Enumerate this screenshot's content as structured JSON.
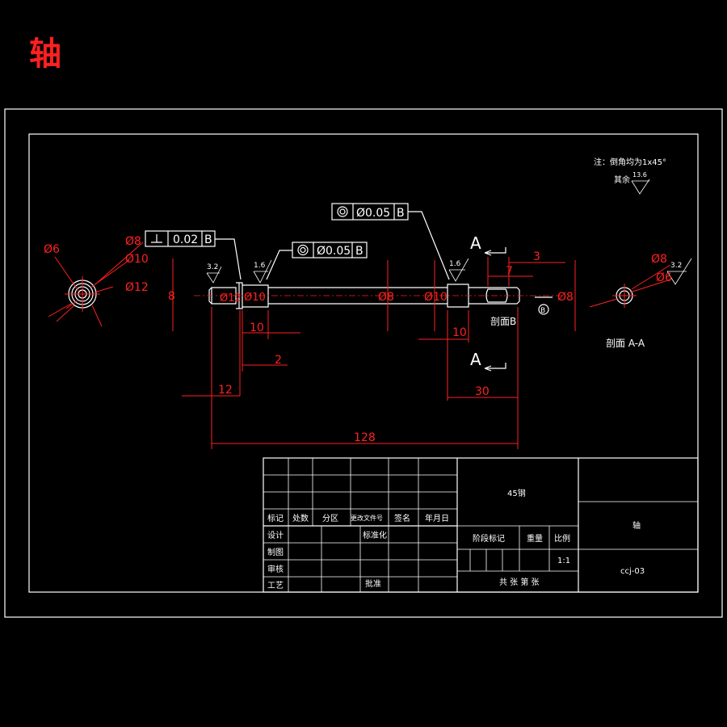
{
  "title_char": "轴",
  "notes": {
    "chamfer": "注：倒角均为1x45°",
    "rest_label": "其余",
    "rest_value": "13.6"
  },
  "gdt": {
    "perp": {
      "value": "0.02",
      "datum": "B"
    },
    "conc_left": {
      "value": "Ø0.05",
      "datum": "B"
    },
    "conc_right": {
      "value": "Ø0.05",
      "datum": "B"
    }
  },
  "roughness": {
    "r1": "3.2",
    "r2": "1.6",
    "r3": "1.6",
    "r4": "3.2"
  },
  "dims": {
    "d8_left": "8",
    "d12": "Ø12",
    "d10_left": "Ø10",
    "d8_mid": "Ø8",
    "d10_mid": "Ø10",
    "d8_right": "Ø8",
    "len10_left": "10",
    "len2": "2",
    "len12": "12",
    "len128": "128",
    "len10_right": "10",
    "len30": "30",
    "len3": "3",
    "len7": "7"
  },
  "left_view": {
    "d6": "Ø6",
    "d8": "Ø8",
    "d10": "Ø10",
    "d12": "Ø12"
  },
  "right_view": {
    "d8": "Ø8",
    "d6": "Ø6",
    "label": "剖面 A-A"
  },
  "section_labels": {
    "a_top": "A",
    "a_bottom": "A",
    "b_section": "剖面B",
    "b_mark": "B"
  },
  "title_block": {
    "material": "45钢",
    "part_name": "轴",
    "drawing_no": "ccj-03",
    "scale": "1:1",
    "sheets": "共 张 第 张",
    "row_headers": [
      "标记",
      "处数",
      "分区",
      "更改文件号",
      "签名",
      "年月日"
    ],
    "design": "设计",
    "standardize": "标准化",
    "drafting": "制图",
    "review": "审核",
    "process": "工艺",
    "approve": "批准",
    "stage_mark": "阶段标记",
    "weight": "重量",
    "ratio": "比例"
  }
}
